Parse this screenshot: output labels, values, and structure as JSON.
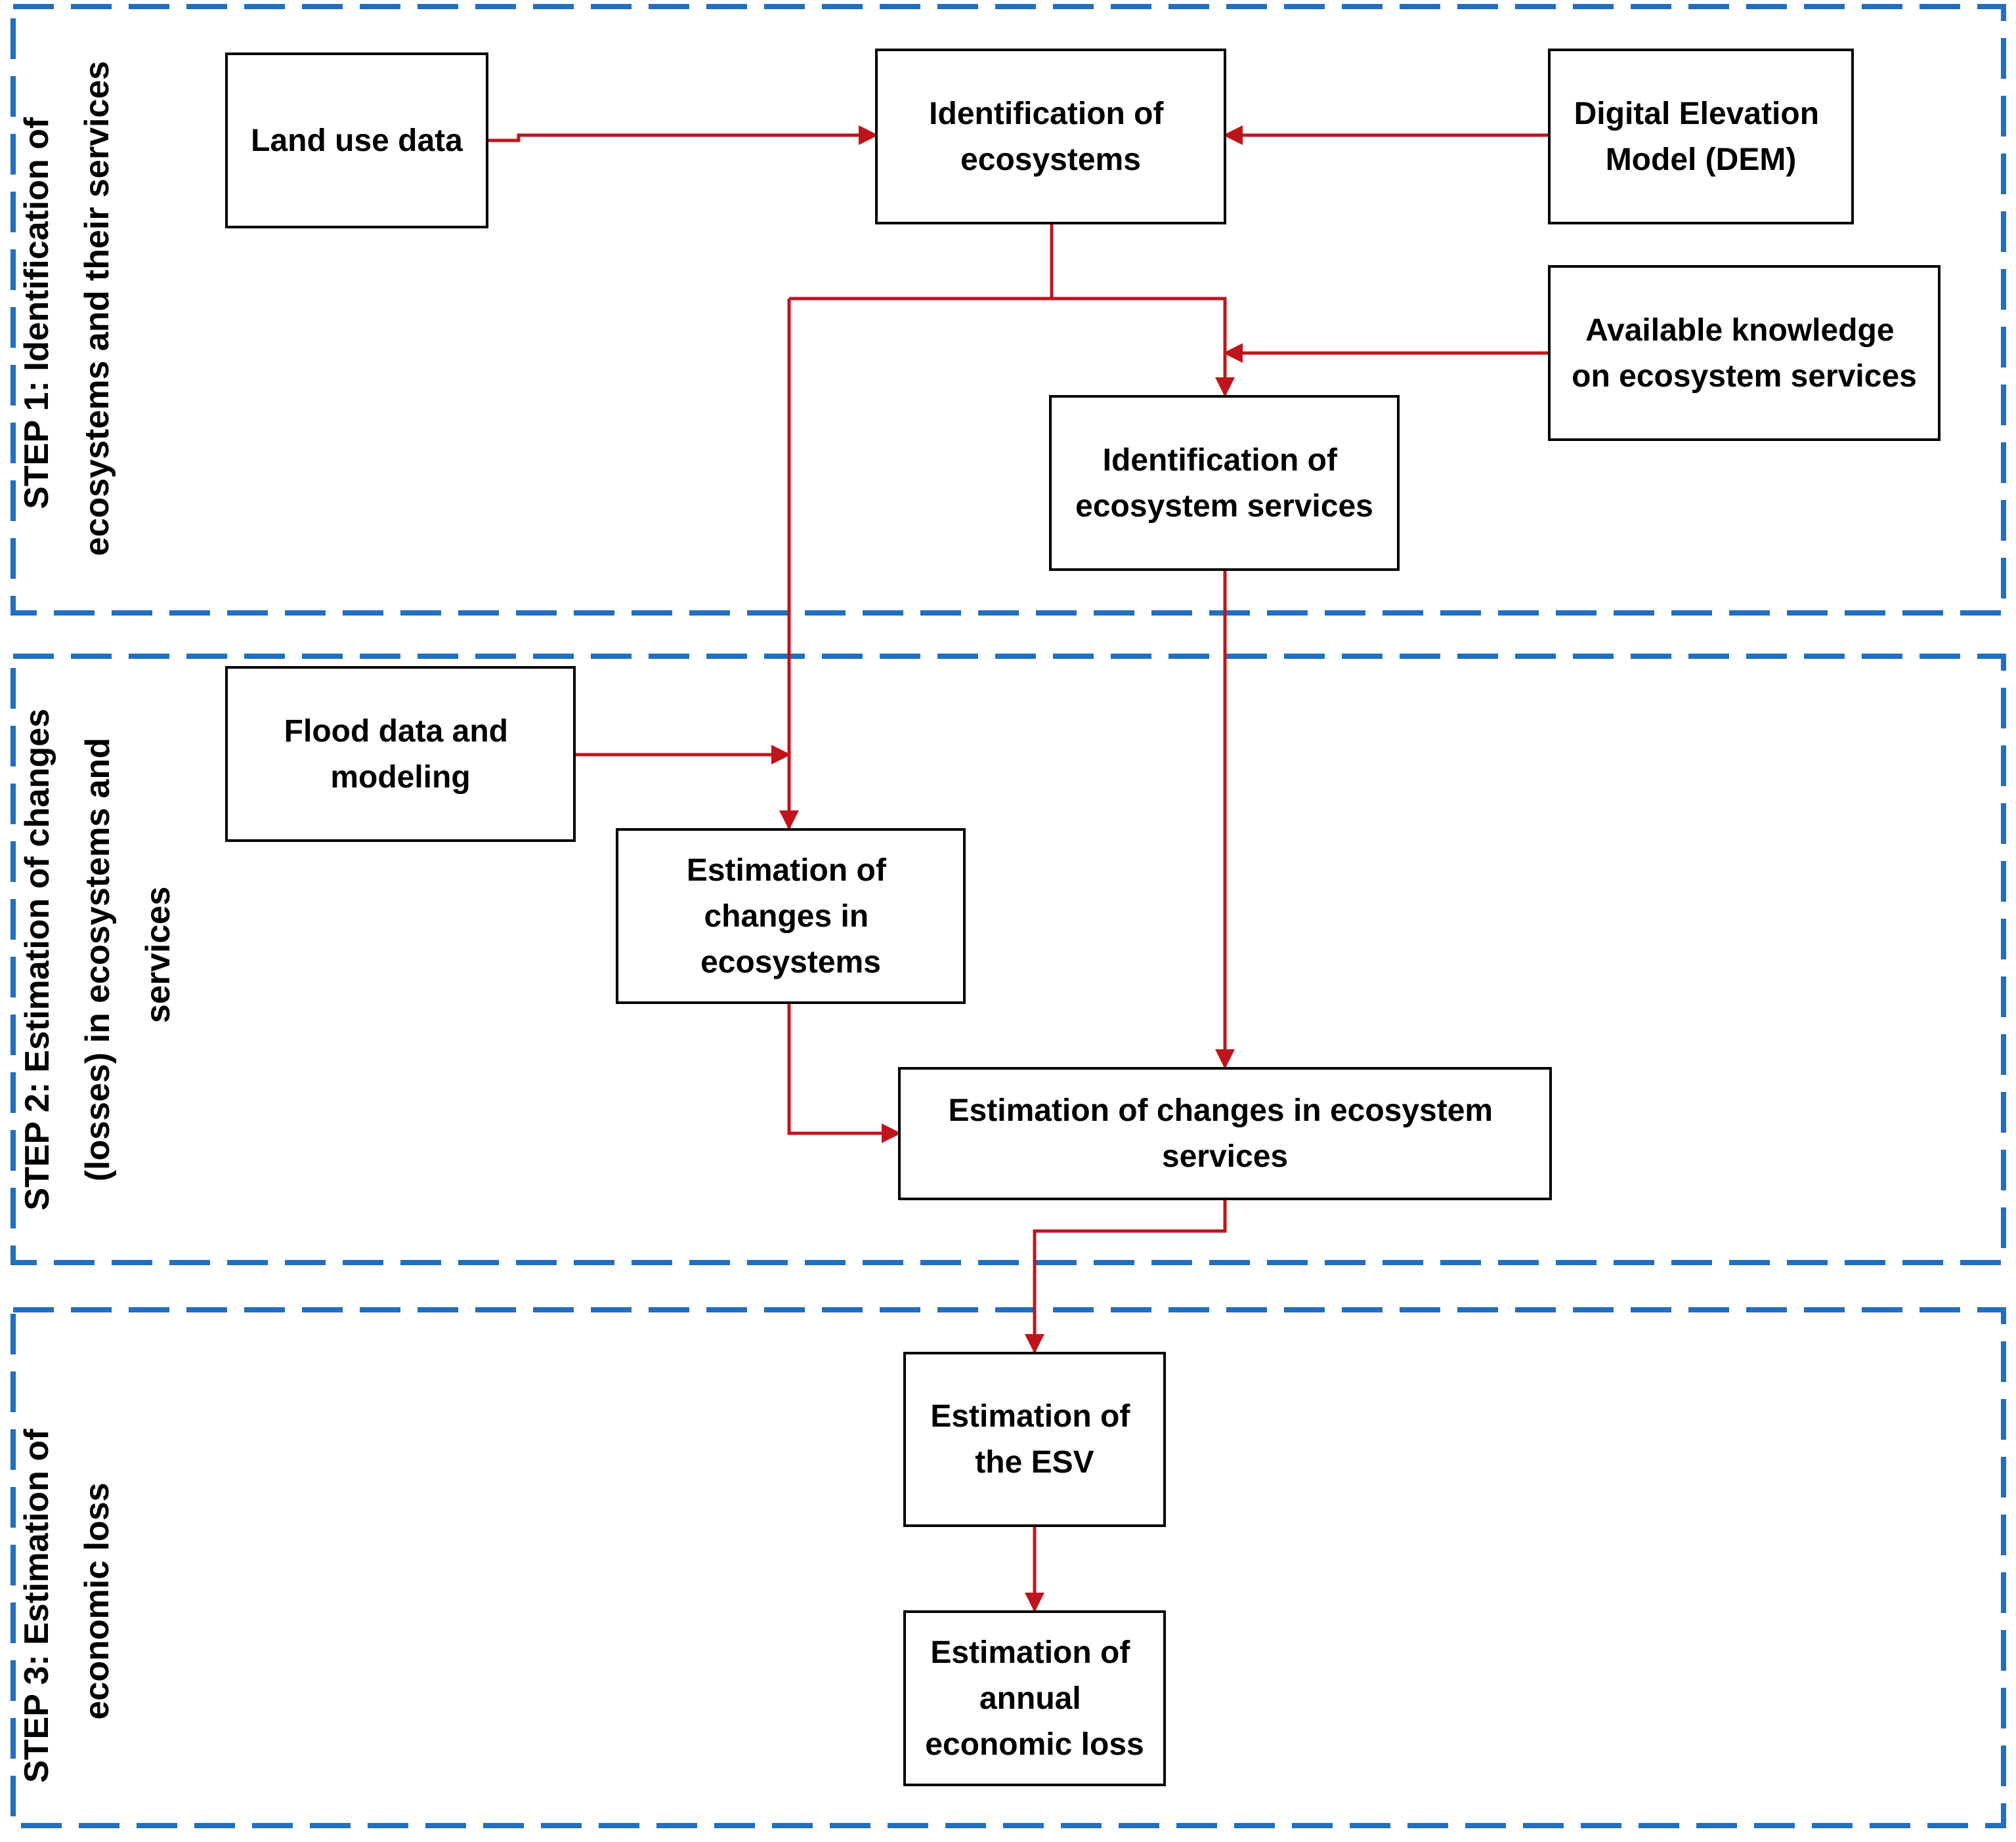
{
  "colors": {
    "panel_border": "#1f6fc2",
    "arrow": "#c0141c",
    "box_border": "#000000"
  },
  "steps": {
    "step1": [
      "STEP 1: Identification of",
      "ecosystems and their services"
    ],
    "step2": [
      "STEP 2: Estimation of changes",
      "(losses) in ecosystems and",
      "services"
    ],
    "step3": [
      "STEP 3: Estimation of",
      "economic loss"
    ]
  },
  "boxes": {
    "land_use": [
      "Land use data"
    ],
    "id_ecosystems": [
      "Identification of",
      "ecosystems"
    ],
    "dem": [
      "Digital Elevation",
      "Model (DEM)"
    ],
    "knowledge": [
      "Available knowledge",
      "on ecosystem services"
    ],
    "id_services": [
      "Identification of",
      "ecosystem services"
    ],
    "flood": [
      "Flood data and",
      "modeling"
    ],
    "est_ecosystems": [
      "Estimation of",
      "changes in",
      "ecosystems"
    ],
    "est_services": [
      "Estimation of changes in ecosystem",
      "services"
    ],
    "esv": [
      "Estimation of",
      "the ESV"
    ],
    "annual_loss": [
      "Estimation of",
      "annual",
      "economic loss"
    ]
  }
}
